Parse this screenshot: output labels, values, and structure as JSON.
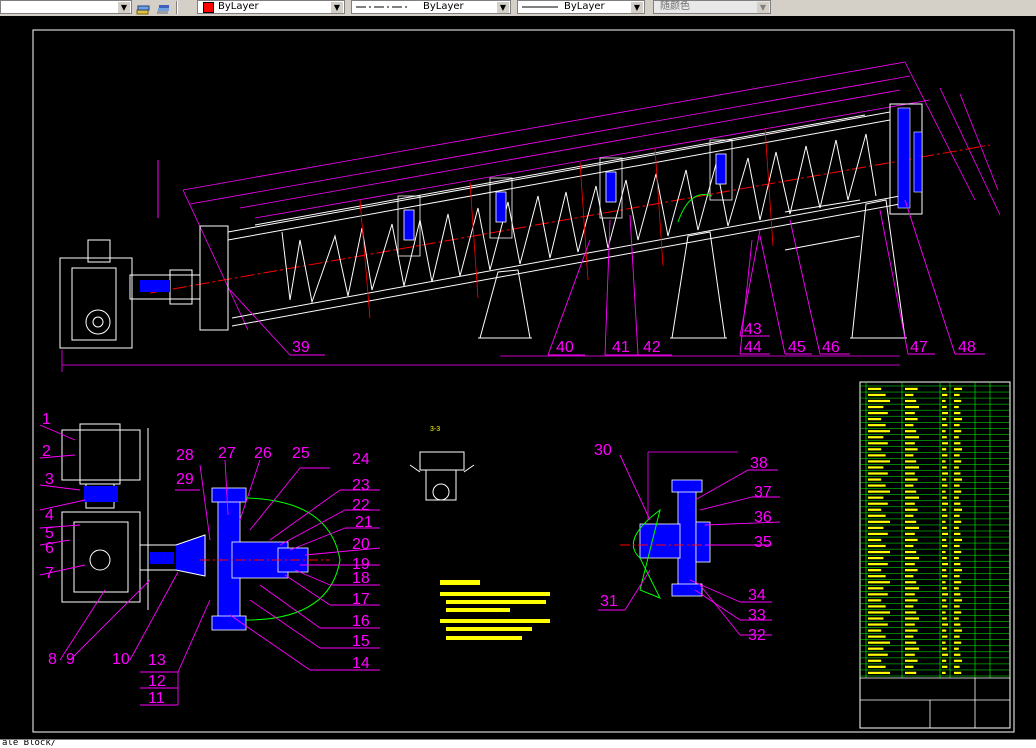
{
  "toolbar": {
    "color_value": "ByLayer",
    "linetype_value": "ByLayer",
    "lineweight_value": "ByLayer",
    "plotstyle_value": "随颜色"
  },
  "drawing": {
    "callouts_top": [
      "39",
      "40",
      "41",
      "42",
      "43",
      "44",
      "45",
      "46",
      "47",
      "48"
    ],
    "callouts_left": [
      "1",
      "2",
      "3",
      "4",
      "5",
      "6",
      "7",
      "8",
      "9",
      "10",
      "11",
      "12",
      "13",
      "14",
      "15",
      "16",
      "17",
      "18",
      "19",
      "20",
      "21",
      "22",
      "23",
      "24",
      "25",
      "26",
      "27",
      "28",
      "29"
    ],
    "callouts_right": [
      "30",
      "31",
      "32",
      "33",
      "34",
      "35",
      "36",
      "37",
      "38"
    ],
    "section_label": "3-3"
  },
  "command_line": {
    "text": "ale Block/"
  },
  "colors": {
    "background": "#000000",
    "outline": "#ffffff",
    "dimension": "#ff00ff",
    "centerline": "#ff0000",
    "hidden": "#00ff00",
    "parts": "#0000ff",
    "notes": "#ffff00"
  }
}
